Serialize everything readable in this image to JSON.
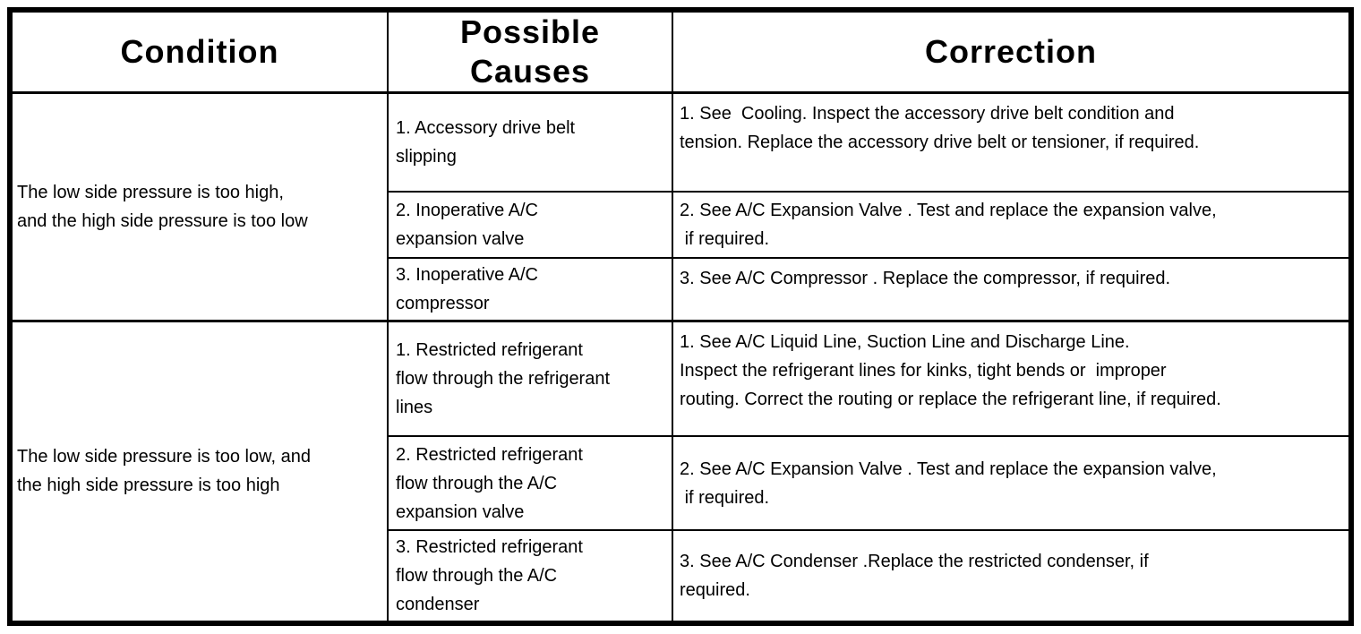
{
  "table": {
    "headers": {
      "condition": "Condition",
      "possible_causes": "Possible\nCauses",
      "correction": "Correction"
    },
    "groups": [
      {
        "condition": "The low side pressure is too high,\nand the high side pressure is too low",
        "rows": [
          {
            "cause": "1. Accessory drive belt\nslipping",
            "correction": "1. See  Cooling. Inspect the accessory drive belt condition and\ntension. Replace the accessory drive belt or tensioner, if required."
          },
          {
            "cause": "2. Inoperative A/C\nexpansion valve",
            "correction": "2. See A/C Expansion Valve . Test and replace the expansion valve,\n if required."
          },
          {
            "cause": "3. Inoperative A/C\ncompressor",
            "correction": "3. See A/C Compressor . Replace the compressor, if required."
          }
        ]
      },
      {
        "condition": "The low side pressure is too low, and\nthe high side pressure is too high",
        "rows": [
          {
            "cause": "1. Restricted refrigerant\nflow through the refrigerant\nlines",
            "correction": "1. See A/C Liquid Line, Suction Line and Discharge Line.\nInspect the refrigerant lines for kinks, tight bends or  improper\nrouting. Correct the routing or replace the refrigerant line, if required."
          },
          {
            "cause": "2. Restricted refrigerant\nflow through the A/C\nexpansion valve",
            "correction": "2. See A/C Expansion Valve . Test and replace the expansion valve,\n if required."
          },
          {
            "cause": "3. Restricted refrigerant\nflow through the A/C\ncondenser",
            "correction": "3. See A/C Condenser .Replace the restricted condenser, if\nrequired."
          }
        ]
      }
    ]
  }
}
